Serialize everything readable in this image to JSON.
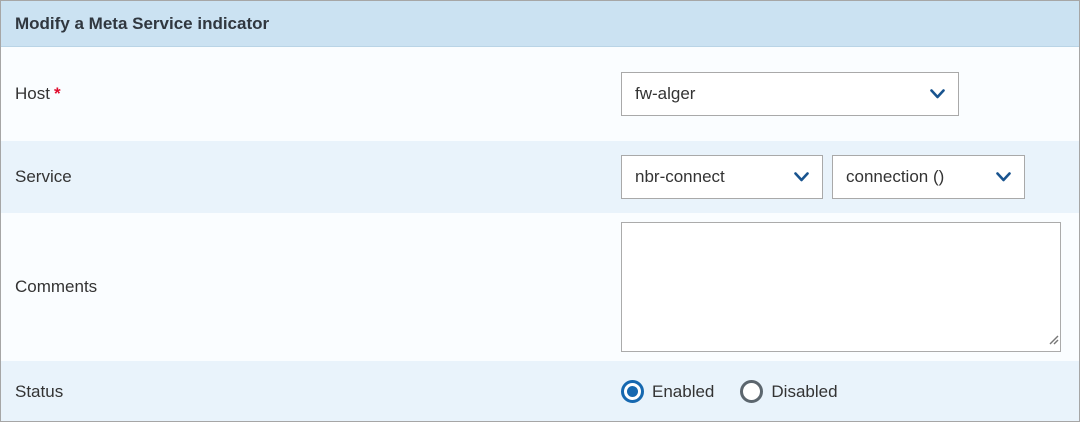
{
  "form": {
    "title": "Modify a Meta Service indicator",
    "rows": {
      "host": {
        "label": "Host",
        "required_marker": "*",
        "select": {
          "value": "fw-alger"
        }
      },
      "service": {
        "label": "Service",
        "select_service": {
          "value": "nbr-connect"
        },
        "select_metric": {
          "value": "connection ()"
        }
      },
      "comments": {
        "label": "Comments",
        "textarea_value": "",
        "textarea_placeholder": ""
      },
      "status": {
        "label": "Status",
        "options": [
          {
            "label": "Enabled",
            "selected": true
          },
          {
            "label": "Disabled",
            "selected": false
          }
        ]
      }
    }
  },
  "colors": {
    "header_bg": "#cbe2f2",
    "row_light_bg": "#fafdff",
    "row_blue_bg": "#e9f3fb",
    "accent_blue": "#1668b0",
    "chevron_blue": "#19548f",
    "required_red": "#e00b2c",
    "text": "#333333"
  }
}
